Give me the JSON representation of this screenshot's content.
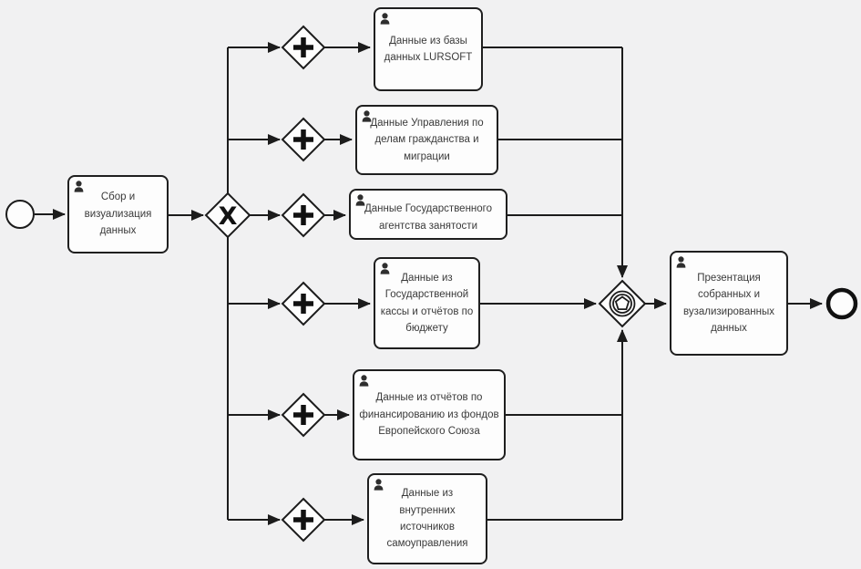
{
  "colors": {
    "background": "#f1f1f2",
    "node_fill": "#fdfdfd",
    "stroke": "#1c1c1c",
    "text": "#3a3a3a"
  },
  "events": {
    "start": {
      "name": "start-event"
    },
    "end": {
      "name": "end-event"
    }
  },
  "gateways": {
    "exclusive": {
      "type": "exclusive-gateway",
      "symbol": "X"
    },
    "parallel": {
      "type": "parallel-gateway",
      "symbol": "+",
      "count": 6
    },
    "event_based": {
      "type": "event-based-gateway",
      "marker": "pentagon-in-double-circle"
    }
  },
  "icons": {
    "task_performer": "user-icon"
  },
  "tasks": [
    {
      "id": "collect",
      "label": "Сбор и визуализация данных"
    },
    {
      "id": "lursoft",
      "label": "Данные из базы данных LURSOFT"
    },
    {
      "id": "citizenship",
      "label": "Данные Управления по делам гражданства и миграции"
    },
    {
      "id": "employment",
      "label": "Данные Государственного агентства занятости"
    },
    {
      "id": "treasury",
      "label": "Данные из Государственной кассы и отчётов по бюджету"
    },
    {
      "id": "eu_funds",
      "label": "Данные из отчётов по финансированию из фондов Европейского Союза"
    },
    {
      "id": "internal",
      "label": "Данные из внутренних источников самоуправления"
    },
    {
      "id": "presentation",
      "label": "Презентация собранных и вузализированных данных"
    }
  ]
}
